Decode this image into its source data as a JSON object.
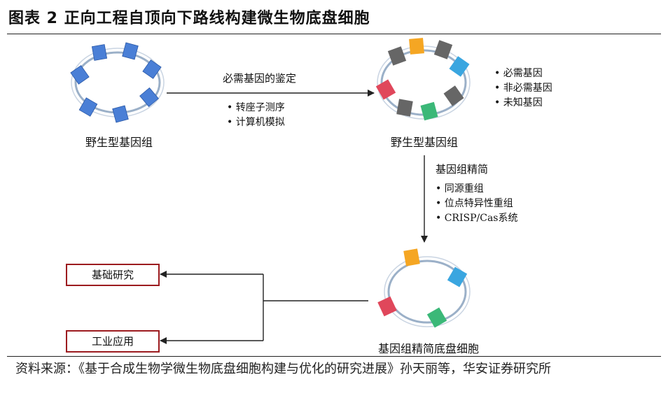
{
  "title": "图表 2 正向工程自顶向下路线构建微生物底盘细胞",
  "top_arrow": {
    "label": "必需基因的鉴定",
    "bullets": [
      "转座子测序",
      "计算机模拟"
    ]
  },
  "legend": [
    "必需基因",
    "非必需基因",
    "未知基因"
  ],
  "down_arrow": {
    "label": "基因组精简",
    "bullets": [
      "同源重组",
      "位点特异性重组",
      "CRISP/Cas系统"
    ]
  },
  "captions": {
    "wild_left": "野生型基因组",
    "wild_right": "野生型基因组",
    "chassis": "基因组精简底盘细胞"
  },
  "outputs": [
    "基础研究",
    "工业应用"
  ],
  "source": "资料来源：《基于合成生物学微生物底盘细胞构建与优化的研究进展》孙天丽等，华安证券研究所",
  "colors": {
    "blue": "#4a7fd6",
    "orange": "#f5a623",
    "sky": "#3aa6e0",
    "gray": "#666666",
    "red": "#e0475b",
    "green": "#3bb878",
    "box_border": "#9c1b1f"
  }
}
